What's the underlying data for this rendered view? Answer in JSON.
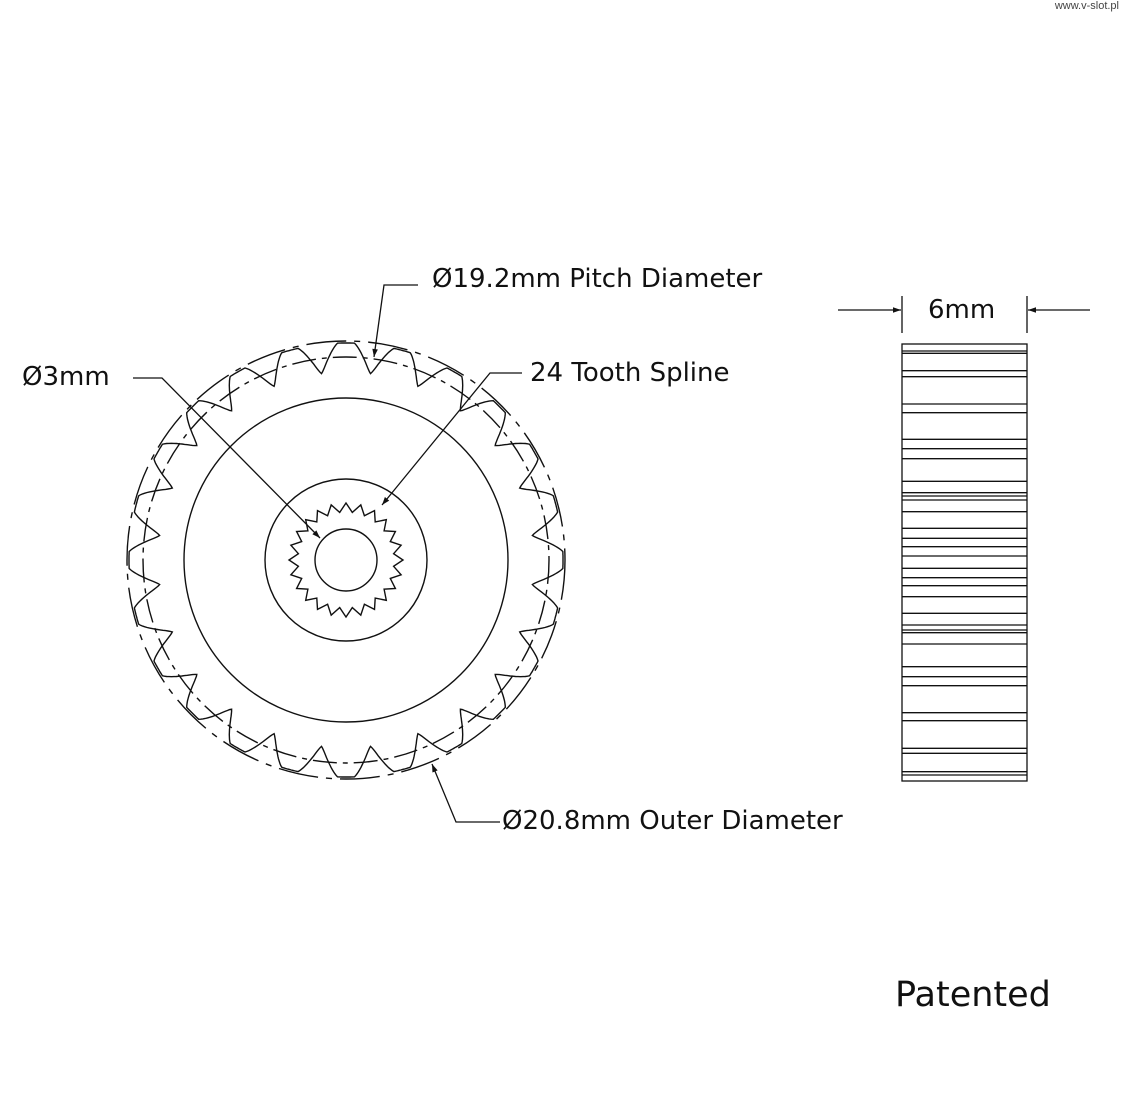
{
  "watermark": "www.v-slot.pl",
  "labels": {
    "pitch_diameter": "Ø19.2mm Pitch Diameter",
    "bore": "Ø3mm",
    "spline": "24 Tooth Spline",
    "outer_diameter": "Ø20.8mm Outer Diameter",
    "width": "6mm",
    "patented": "Patented"
  },
  "gear": {
    "teeth": 24,
    "spline_teeth": 24
  },
  "colors": {
    "line": "#111111",
    "background": "#ffffff"
  }
}
